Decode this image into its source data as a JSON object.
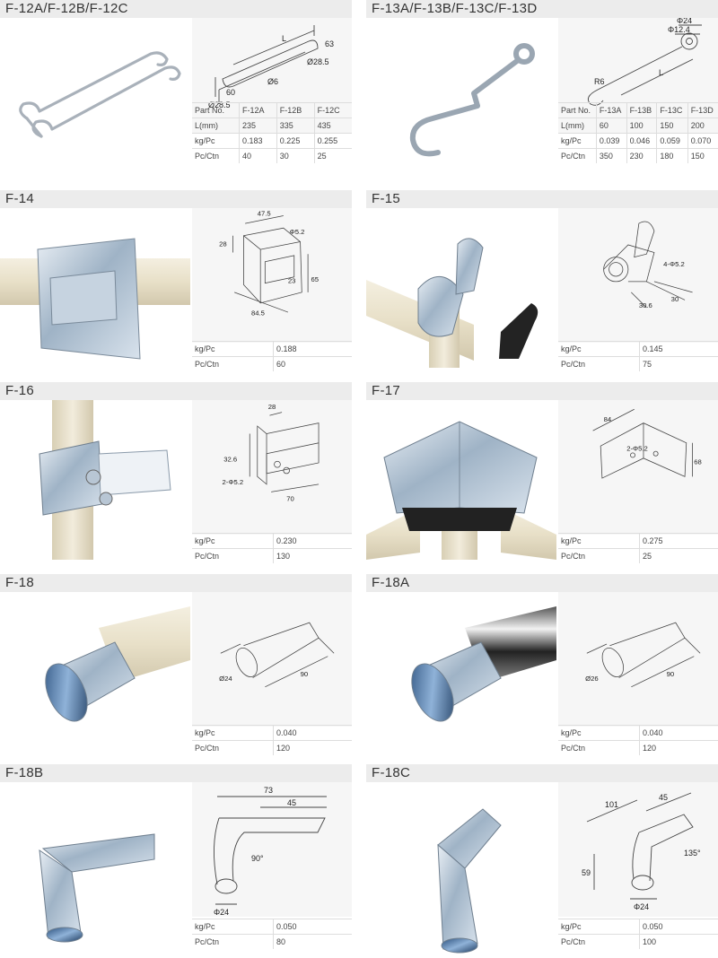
{
  "products": [
    {
      "id": "F-12",
      "title": "F-12A/F-12B/F-12C",
      "dims": [
        "L",
        "63",
        "Ø28.5",
        "Ø28.5",
        "60",
        "Ø6"
      ],
      "table": {
        "header": [
          "Part No.",
          "F-12A",
          "F-12B",
          "F-12C"
        ],
        "rows": [
          [
            "L(mm)",
            "235",
            "335",
            "435"
          ],
          [
            "kg/Pc",
            "0.183",
            "0.225",
            "0.255"
          ],
          [
            "Pc/Ctn",
            "40",
            "30",
            "25"
          ]
        ]
      }
    },
    {
      "id": "F-13",
      "title": "F-13A/F-13B/F-13C/F-13D",
      "dims": [
        "Φ24",
        "Φ12.4",
        "R6",
        "L"
      ],
      "table": {
        "header": [
          "Part No.",
          "F-13A",
          "F-13B",
          "F-13C",
          "F-13D"
        ],
        "rows": [
          [
            "L(mm)",
            "60",
            "100",
            "150",
            "200"
          ],
          [
            "kg/Pc",
            "0.039",
            "0.046",
            "0.059",
            "0.070"
          ],
          [
            "Pc/Ctn",
            "350",
            "230",
            "180",
            "150"
          ]
        ]
      }
    },
    {
      "id": "F-14",
      "title": "F-14",
      "dims": [
        "47.5",
        "28",
        "Φ5.2",
        "23",
        "65",
        "84.5"
      ],
      "specs": [
        [
          "kg/Pc",
          "0.188"
        ],
        [
          "Pc/Ctn",
          "60"
        ]
      ]
    },
    {
      "id": "F-15",
      "title": "F-15",
      "dims": [
        "4-Φ5.2",
        "30.6",
        "30"
      ],
      "specs": [
        [
          "kg/Pc",
          "0.145"
        ],
        [
          "Pc/Ctn",
          "75"
        ]
      ]
    },
    {
      "id": "F-16",
      "title": "F-16",
      "dims": [
        "28",
        "32.6",
        "2-Φ5.2",
        "70"
      ],
      "specs": [
        [
          "kg/Pc",
          "0.230"
        ],
        [
          "Pc/Ctn",
          "130"
        ]
      ]
    },
    {
      "id": "F-17",
      "title": "F-17",
      "dims": [
        "84",
        "2-Φ5.2",
        "68"
      ],
      "specs": [
        [
          "kg/Pc",
          "0.275"
        ],
        [
          "Pc/Ctn",
          "25"
        ]
      ]
    },
    {
      "id": "F-18",
      "title": "F-18",
      "dims": [
        "Ø24",
        "90"
      ],
      "specs": [
        [
          "kg/Pc",
          "0.040"
        ],
        [
          "Pc/Ctn",
          "120"
        ]
      ]
    },
    {
      "id": "F-18A",
      "title": "F-18A",
      "dims": [
        "Ø26",
        "90"
      ],
      "specs": [
        [
          "kg/Pc",
          "0.040"
        ],
        [
          "Pc/Ctn",
          "120"
        ]
      ]
    },
    {
      "id": "F-18B",
      "title": "F-18B",
      "dims": [
        "73",
        "45",
        "90°",
        "Φ24"
      ],
      "specs": [
        [
          "kg/Pc",
          "0.050"
        ],
        [
          "Pc/Ctn",
          "80"
        ]
      ]
    },
    {
      "id": "F-18C",
      "title": "F-18C",
      "dims": [
        "101",
        "45",
        "59",
        "135°",
        "Φ24"
      ],
      "specs": [
        [
          "kg/Pc",
          "0.050"
        ],
        [
          "Pc/Ctn",
          "100"
        ]
      ]
    }
  ]
}
